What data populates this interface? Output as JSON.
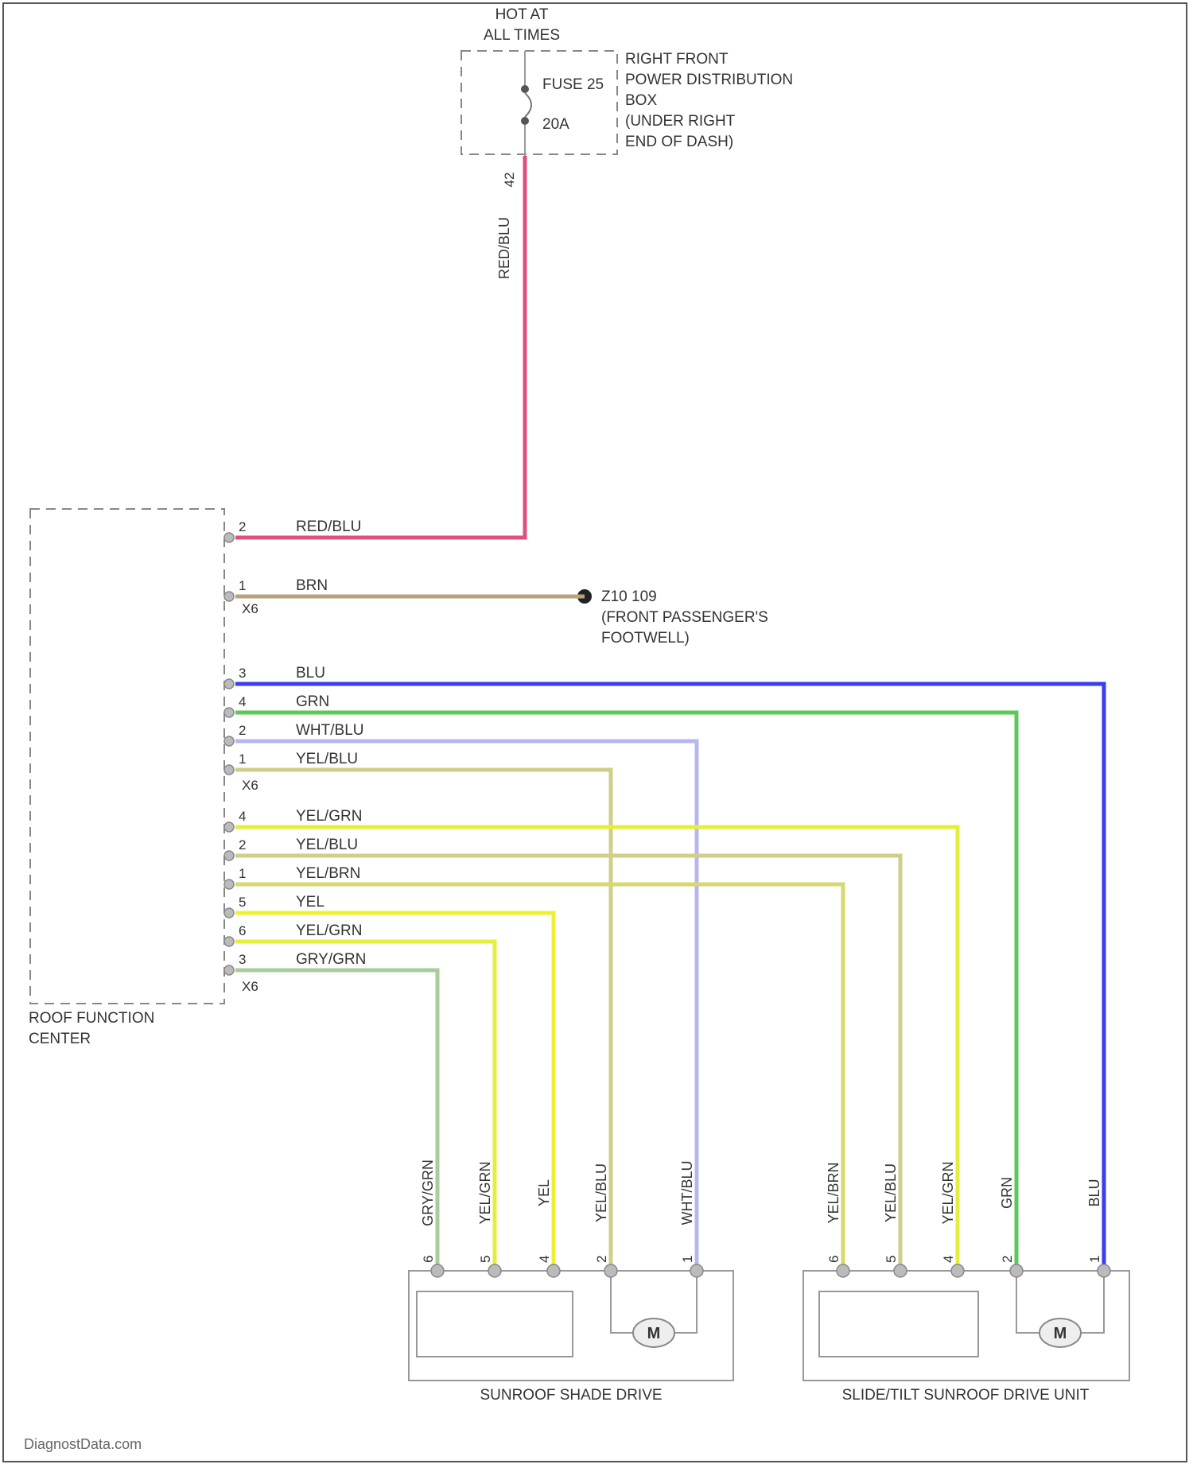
{
  "power": {
    "header": [
      "HOT AT",
      "ALL TIMES"
    ],
    "fuse_name": "FUSE 25",
    "fuse_rating": "20A",
    "box_label": [
      "RIGHT FRONT",
      "POWER DISTRIBUTION",
      "BOX",
      "(UNDER RIGHT",
      "END OF DASH)"
    ],
    "connector_pin": "42",
    "wire_label": "RED/BLU"
  },
  "module": {
    "label": [
      "ROOF FUNCTION",
      "CENTER"
    ],
    "pins": [
      {
        "pin": "2",
        "wire": "RED/BLU",
        "color": "#e0507f"
      },
      {
        "pin": "1",
        "wire": "BRN",
        "color": "#b8a47a"
      },
      {
        "pin": "3",
        "wire": "BLU",
        "color": "#3a3ef0"
      },
      {
        "pin": "4",
        "wire": "GRN",
        "color": "#5cc85a"
      },
      {
        "pin": "2",
        "wire": "WHT/BLU",
        "color": "#b7b7f0"
      },
      {
        "pin": "1",
        "wire": "YEL/BLU",
        "color": "#cfcf8a"
      },
      {
        "pin": "4",
        "wire": "YEL/GRN",
        "color": "#e6ee3c"
      },
      {
        "pin": "2",
        "wire": "YEL/BLU",
        "color": "#cfcf8a"
      },
      {
        "pin": "1",
        "wire": "YEL/BRN",
        "color": "#d8d870"
      },
      {
        "pin": "5",
        "wire": "YEL",
        "color": "#f0f032"
      },
      {
        "pin": "6",
        "wire": "YEL/GRN",
        "color": "#e6ee3c"
      },
      {
        "pin": "3",
        "wire": "GRY/GRN",
        "color": "#a8cc9a"
      }
    ],
    "connector_labels": [
      "X6",
      "X6",
      "X6"
    ]
  },
  "ground": {
    "label": [
      "Z10 109",
      "(FRONT PASSENGER'S",
      "FOOTWELL)"
    ]
  },
  "shade_drive": {
    "label": "SUNROOF SHADE DRIVE",
    "wires": [
      {
        "wire": "GRY/GRN",
        "pin": "6"
      },
      {
        "wire": "YEL/GRN",
        "pin": "5"
      },
      {
        "wire": "YEL",
        "pin": "4"
      },
      {
        "wire": "YEL/BLU",
        "pin": "2"
      },
      {
        "wire": "WHT/BLU",
        "pin": "1"
      }
    ],
    "motor": "M"
  },
  "slide_unit": {
    "label": "SLIDE/TILT SUNROOF DRIVE UNIT",
    "wires": [
      {
        "wire": "YEL/BRN",
        "pin": "6"
      },
      {
        "wire": "YEL/BLU",
        "pin": "5"
      },
      {
        "wire": "YEL/GRN",
        "pin": "4"
      },
      {
        "wire": "GRN",
        "pin": "2"
      },
      {
        "wire": "BLU",
        "pin": "1"
      }
    ],
    "motor": "M"
  },
  "watermark": "DiagnostData.com"
}
